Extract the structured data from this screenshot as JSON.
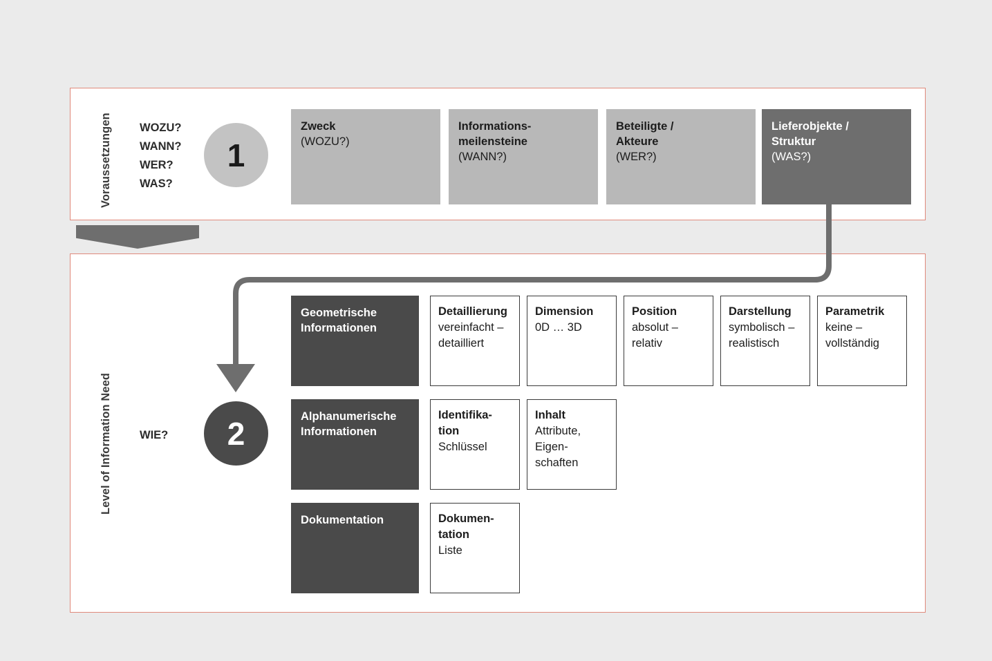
{
  "background_color": "#ebebeb",
  "panel_border_color": "#e0897b",
  "accent_dark": "#4a4a4a",
  "accent_mid": "#6e6e6e",
  "accent_light": "#b8b8b8",
  "circle_light": "#c3c3c3",
  "panels": {
    "preconditions": {
      "side_label": "Voraussetzungen",
      "questions": "WOZU?\nWANN?\nWER?\nWAS?",
      "step_number": "1",
      "cards": [
        {
          "title": "Zweck",
          "sub": "(WOZU?)",
          "style": "light"
        },
        {
          "title": "Informations-\nmeilensteine",
          "sub": "(WANN?)",
          "style": "light"
        },
        {
          "title": "Beteiligte /\nAkteure",
          "sub": "(WER?)",
          "style": "light"
        },
        {
          "title": "Lieferobjekte /\nStruktur",
          "sub": "(WAS?)",
          "style": "dark"
        }
      ]
    },
    "level_of_information_need": {
      "side_label": "Level of Information Need",
      "question": "WIE?",
      "step_number": "2",
      "categories": [
        {
          "label": "Geometrische\nInformationen"
        },
        {
          "label": "Alphanumerische\nInformationen"
        },
        {
          "label": "Dokumentation"
        }
      ],
      "attributes_row1": [
        {
          "title": "Detaillierung",
          "sub": "vereinfacht –\ndetailliert"
        },
        {
          "title": "Dimension",
          "sub": "0D … 3D"
        },
        {
          "title": "Position",
          "sub": "absolut –\nrelativ"
        },
        {
          "title": "Darstellung",
          "sub": "symbolisch –\nrealistisch"
        },
        {
          "title": "Parametrik",
          "sub": "keine –\nvollständig"
        }
      ],
      "attributes_row2": [
        {
          "title": "Identifika-\ntion",
          "sub": "Schlüssel"
        },
        {
          "title": "Inhalt",
          "sub": "Attribute,\nEigen-\nschaften"
        }
      ],
      "attributes_row3": [
        {
          "title": "Dokumen-\ntation",
          "sub": "Liste"
        }
      ]
    }
  }
}
